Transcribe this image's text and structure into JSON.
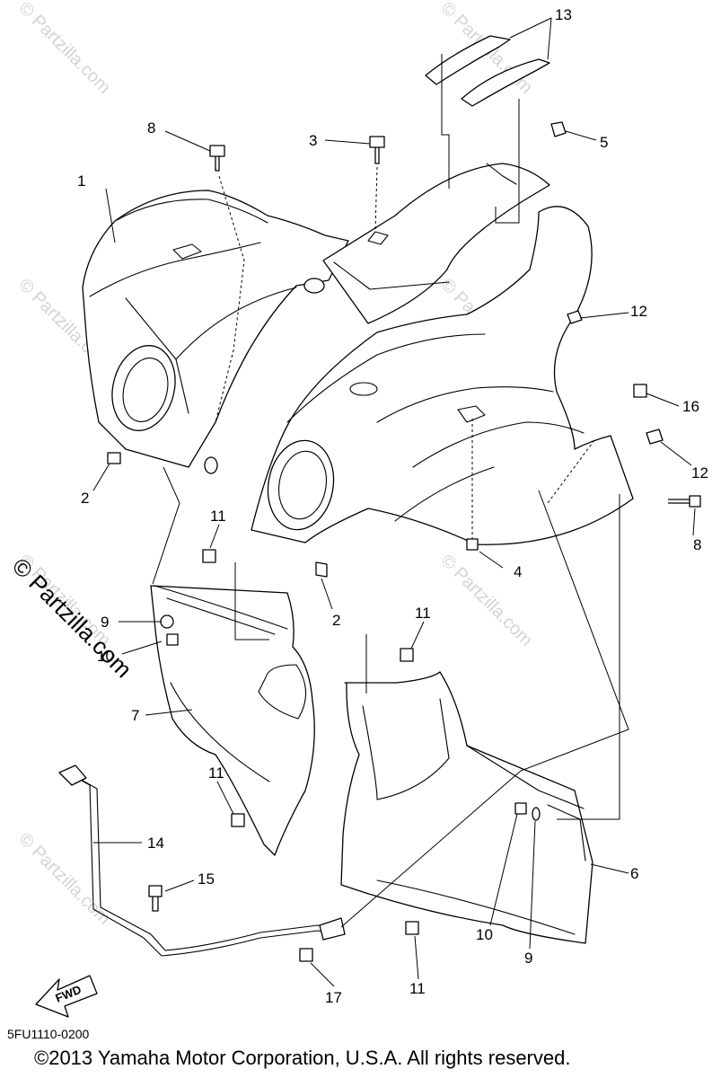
{
  "watermark": "© Partzilla.com",
  "callouts": [
    "1",
    "2",
    "2",
    "3",
    "4",
    "5",
    "6",
    "7",
    "8",
    "8",
    "9",
    "9",
    "10",
    "10",
    "11",
    "11",
    "11",
    "11",
    "12",
    "12",
    "13",
    "14",
    "15",
    "16",
    "17"
  ],
  "fwd_label": "FWD",
  "diagram_code": "5FU1110-0200",
  "copyright": "©2013  Yamaha Motor Corporation, U.S.A. All rights reserved."
}
